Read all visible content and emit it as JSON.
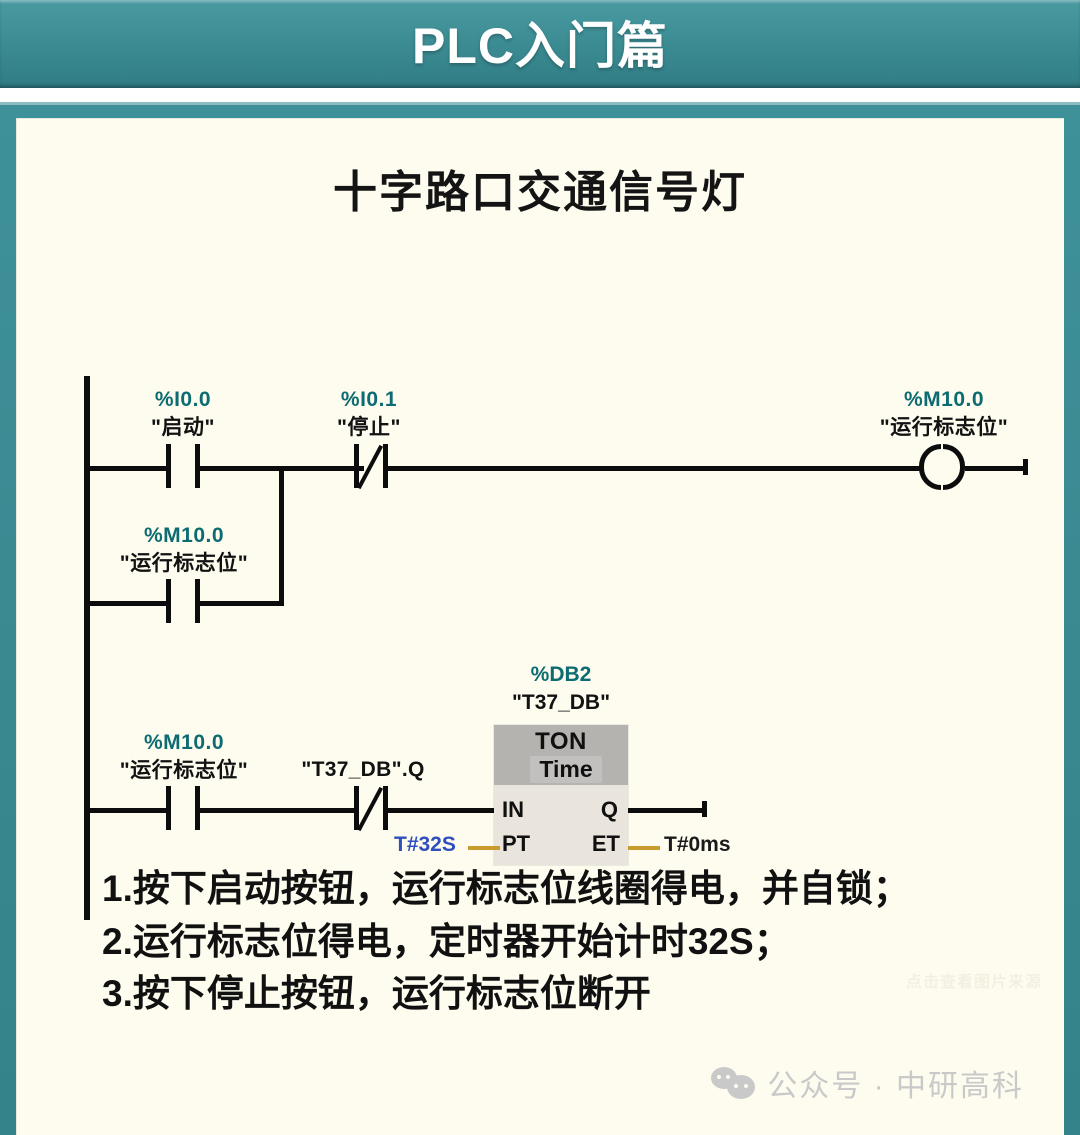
{
  "header": {
    "title": "PLC入门篇"
  },
  "diagram": {
    "title": "十字路口交通信号灯",
    "rungs": [
      {
        "id": "rung-1",
        "contacts": [
          {
            "address": "%I0.0",
            "name": "\"启动\"",
            "type": "NO"
          },
          {
            "address": "%I0.1",
            "name": "\"停止\"",
            "type": "NC"
          }
        ],
        "coil": {
          "address": "%M10.0",
          "name": "\"运行标志位\""
        }
      },
      {
        "id": "rung-1-branch",
        "contacts": [
          {
            "address": "%M10.0",
            "name": "\"运行标志位\"",
            "type": "NO"
          }
        ]
      },
      {
        "id": "rung-2",
        "contacts": [
          {
            "address": "%M10.0",
            "name": "\"运行标志位\"",
            "type": "NO"
          },
          {
            "address": "",
            "name": "\"T37_DB\".Q",
            "type": "NC"
          }
        ]
      }
    ],
    "timer": {
      "db_address": "%DB2",
      "db_name": "\"T37_DB\"",
      "block_type": "TON",
      "time_base": "Time",
      "input_in": "IN",
      "input_pt": "PT",
      "output_q": "Q",
      "output_et": "ET",
      "pt_value": "T#32S",
      "et_value": "T#0ms"
    },
    "colors": {
      "address_text": "#0d6b72",
      "pt_value_text": "#2f4fbd",
      "wire": "#0c0c0c",
      "pt_wire": "#c99a2e",
      "block_header": "#b5b3b0",
      "block_body": "#e9e5dc",
      "frame": "#3f9199",
      "page": "#fdfcef"
    }
  },
  "notes": [
    "1.按下启动按钮，运行标志位线圈得电，并自锁；",
    "2.运行标志位得电，定时器开始计时32S；",
    "3.按下停止按钮，运行标志位断开"
  ],
  "watermarks": {
    "source_hint": "点击查看图片来源",
    "wechat": "公众号 · 中研高科"
  }
}
